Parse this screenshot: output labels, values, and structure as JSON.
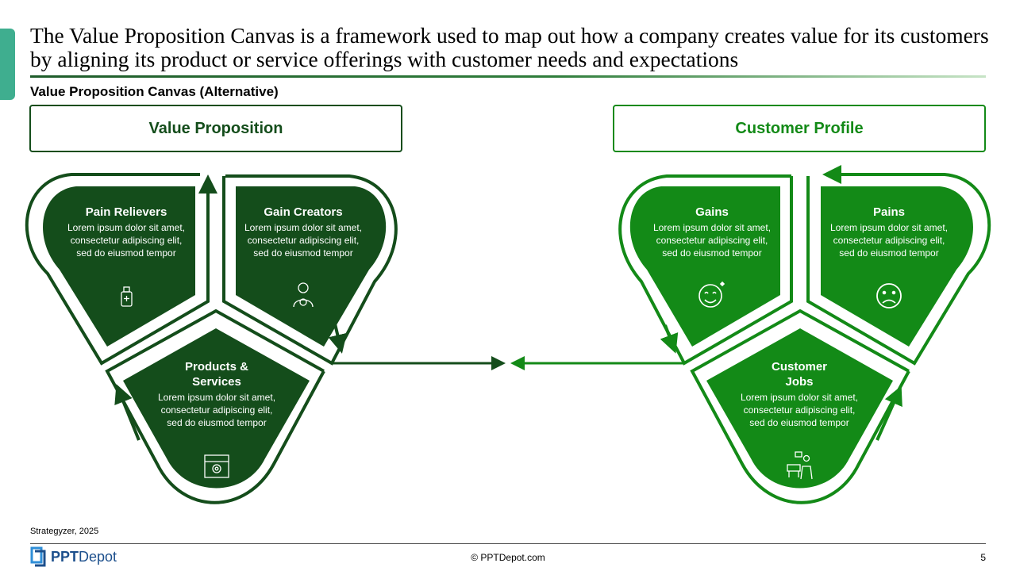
{
  "title": "The Value Proposition Canvas is a framework used to map out how a company creates value for its customers by aligning its product or service offerings with customer needs and expectations",
  "subtitle": "Value Proposition Canvas (Alternative)",
  "headers": {
    "value_proposition": "Value Proposition",
    "customer_profile": "Customer Profile"
  },
  "value_proposition": {
    "pain_relievers": {
      "title": "Pain Relievers",
      "body": "Lorem ipsum dolor sit amet, consectetur adipiscing elit, sed do eiusmod tempor",
      "icon": "sanitizer-bottle-icon"
    },
    "gain_creators": {
      "title": "Gain Creators",
      "body": "Lorem ipsum dolor sit amet, consectetur adipiscing elit, sed do eiusmod tempor",
      "icon": "user-gear-icon"
    },
    "products_services": {
      "title": "Products & Services",
      "body": "Lorem ipsum dolor sit amet, consectetur adipiscing elit, sed do eiusmod tempor",
      "icon": "product-box-gear-icon"
    }
  },
  "customer_profile": {
    "gains": {
      "title": "Gains",
      "body": "Lorem ipsum dolor sit amet, consectetur adipiscing elit, sed do eiusmod tempor",
      "icon": "smiley-sparkle-icon"
    },
    "pains": {
      "title": "Pains",
      "body": "Lorem ipsum dolor sit amet, consectetur adipiscing elit, sed do eiusmod tempor",
      "icon": "sad-face-icon"
    },
    "customer_jobs": {
      "title": "Customer Jobs",
      "body": "Lorem ipsum dolor sit amet, consectetur adipiscing elit, sed do eiusmod tempor",
      "icon": "worker-desk-icon"
    }
  },
  "colors": {
    "dark_green": "#144d1b",
    "bright_green": "#138a17",
    "accent_teal": "#3fae8f"
  },
  "footer": {
    "source": "Strategyzer, 2025",
    "logo_ppt": "PPT",
    "logo_depot": "Depot",
    "copyright": "© PPTDepot.com",
    "page": "5"
  }
}
